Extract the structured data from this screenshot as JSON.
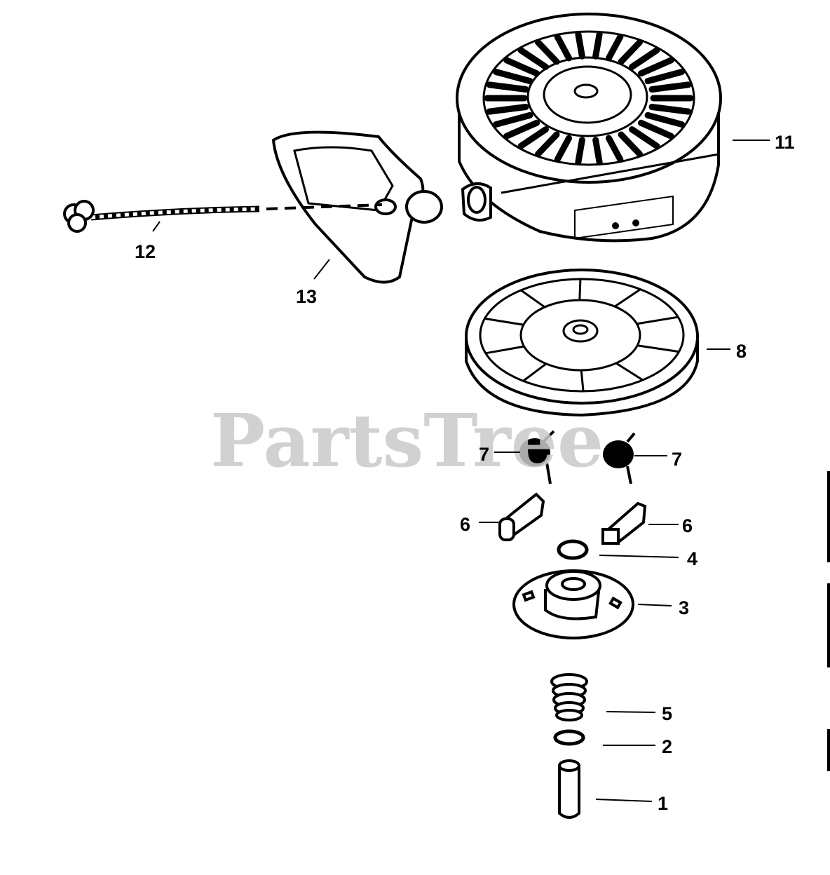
{
  "watermark": "PartsTree",
  "callouts": {
    "c1": "1",
    "c2": "2",
    "c3": "3",
    "c4": "4",
    "c5": "5",
    "c6a": "6",
    "c6b": "6",
    "c7a": "7",
    "c7b": "7",
    "c8": "8",
    "c11": "11",
    "c12": "12",
    "c13": "13"
  },
  "colors": {
    "ink": "#000000",
    "paper": "#ffffff",
    "watermark": "#c9c9c9"
  }
}
